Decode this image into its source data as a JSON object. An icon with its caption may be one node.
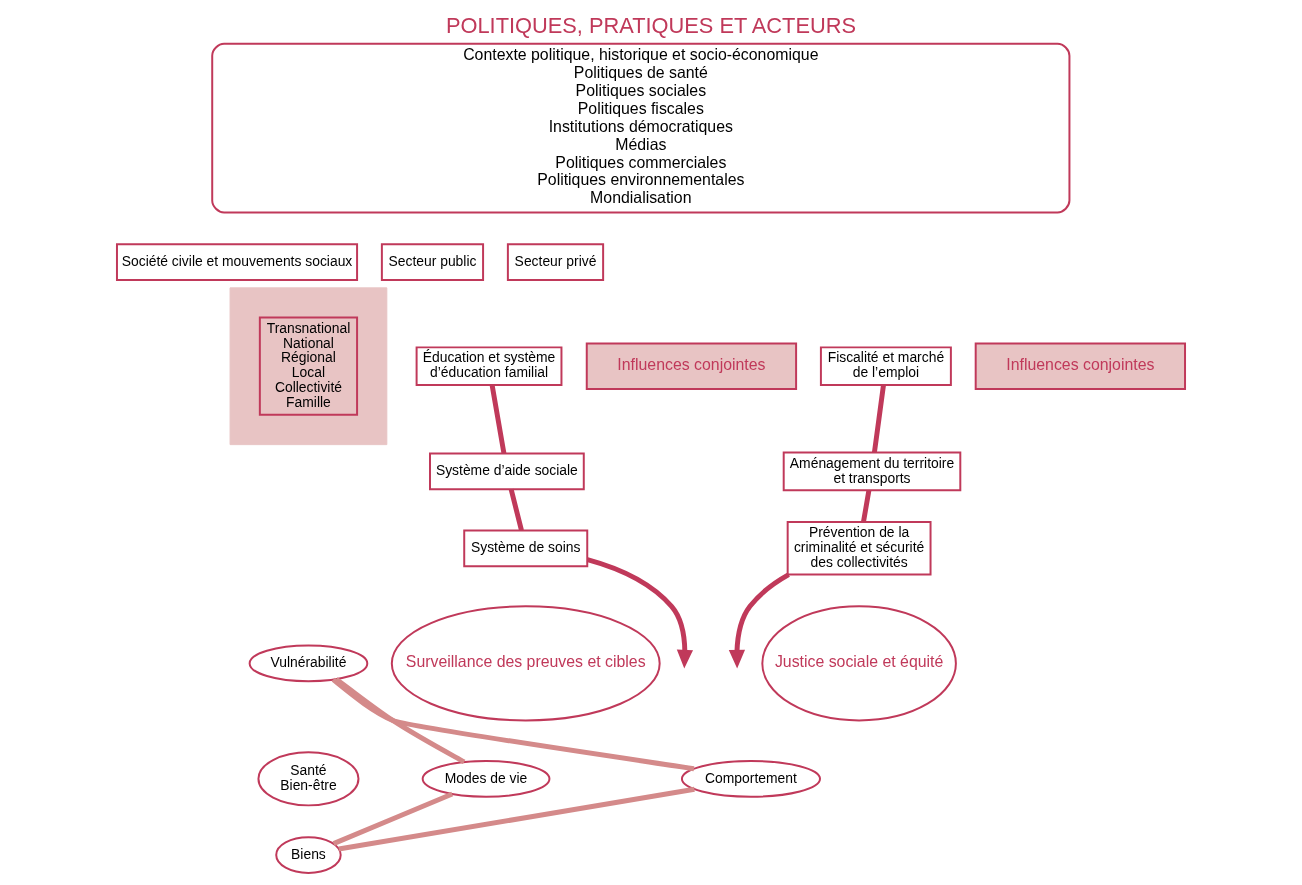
{
  "diagram": {
    "title": "POLITIQUES, PRATIQUES ET ACTEURS",
    "nodes": [
      {
        "text": [
          "Contexte politique, historique et socio-économique",
          "Politiques de santé",
          "Politiques sociales",
          "Politiques fiscales",
          "Institutions démocratiques",
          "Médias",
          "Politiques commerciales",
          "Politiques environnementales",
          "Mondialisation"
        ]
      },
      {
        "text": [
          "Société civile et mouvements sociaux"
        ]
      },
      {
        "text": [
          "Secteur public"
        ]
      },
      {
        "text": [
          "Secteur privé"
        ]
      },
      {
        "text": [],
        "shape": "triangle"
      },
      {
        "text": [
          "Transnational",
          "National",
          "Régional",
          "Local",
          "Collectivité",
          "Famille"
        ],
        "in": 4
      },
      {
        "text": [
          "Influences conjointes"
        ]
      },
      {
        "text": [
          "Influences conjointes"
        ]
      },
      {
        "text": [
          "Éducation et système d’éducation familial"
        ]
      },
      {
        "text": [
          "Système d’aide sociale"
        ]
      },
      {
        "text": [
          "Système de soins"
        ]
      },
      {
        "text": [
          "Fiscalité et marché de l’emploi"
        ]
      },
      {
        "text": [
          "Aménagement du territoire et transports"
        ]
      },
      {
        "text": [
          "Prévention de la criminalité et sécurité des collectivités"
        ]
      },
      {
        "text": [
          "Surveillance des preuves et cibles"
        ]
      },
      {
        "text": [
          "Justice sociale et équité"
        ]
      },
      {
        "text": [
          "Vulnérabilité"
        ]
      },
      {
        "text": [
          "Modes de vie"
        ]
      },
      {
        "text": [
          "Santé",
          "Bien-être"
        ]
      },
      {
        "text": [
          "Comportement"
        ]
      },
      {
        "text": [
          "Biens"
        ]
      }
    ],
    "edges": [
      {
        "from": 8,
        "to": 9,
        "arrow": "none"
      },
      {
        "from": 9,
        "to": 10,
        "arrow": "none"
      },
      {
        "from": 10,
        "to": null,
        "arrow": "to"
      },
      {
        "from": 11,
        "to": 12,
        "arrow": "none"
      },
      {
        "from": 12,
        "to": 13,
        "arrow": "none"
      },
      {
        "from": 13,
        "to": null,
        "arrow": "to"
      },
      {
        "from": 16,
        "to": 19,
        "arrow": "none",
        "color": "#d48a8a"
      },
      {
        "from": 19,
        "to": 20,
        "arrow": "none",
        "color": "#d48a8a"
      },
      {
        "from": 20,
        "to": 17,
        "arrow": "none",
        "color": "#d48a8a"
      },
      {
        "from": 17,
        "to": 16,
        "arrow": "none",
        "color": "#d48a8a"
      }
    ]
  }
}
